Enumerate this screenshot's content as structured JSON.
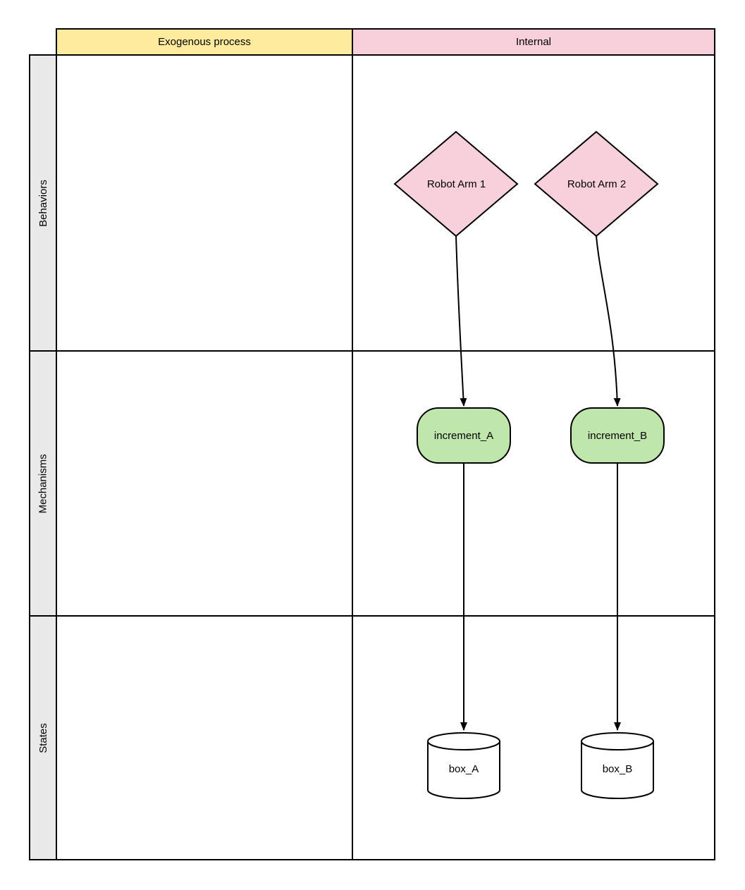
{
  "table": {
    "column_headers": [
      {
        "label": "Exogenous process"
      },
      {
        "label": "Internal"
      }
    ],
    "row_headers": [
      {
        "label": "Behaviors"
      },
      {
        "label": "Mechanisms"
      },
      {
        "label": "States"
      }
    ]
  },
  "nodes": {
    "robot_arm_1": {
      "label": "Robot Arm 1",
      "shape": "diamond"
    },
    "robot_arm_2": {
      "label": "Robot Arm 2",
      "shape": "diamond"
    },
    "increment_a": {
      "label": "increment_A",
      "shape": "rounded-rectangle"
    },
    "increment_b": {
      "label": "increment_B",
      "shape": "rounded-rectangle"
    },
    "box_a": {
      "label": "box_A",
      "shape": "cylinder"
    },
    "box_b": {
      "label": "box_B",
      "shape": "cylinder"
    }
  },
  "edges": [
    {
      "from": "robot_arm_1",
      "to": "increment_a",
      "arrow": "filled-triangle"
    },
    {
      "from": "robot_arm_2",
      "to": "increment_b",
      "arrow": "filled-triangle"
    },
    {
      "from": "increment_a",
      "to": "box_a",
      "arrow": "filled-triangle"
    },
    {
      "from": "increment_b",
      "to": "box_b",
      "arrow": "filled-triangle"
    }
  ],
  "colors": {
    "exogenous_header_fill": "#ffeb9e",
    "internal_header_fill": "#f8d0dc",
    "diamond_fill": "#f8d0dc",
    "rounded_rect_fill": "#bfe6ab",
    "cylinder_fill": "#ffffff",
    "lane_header_fill": "#e9e9e9",
    "line_color": "#000000",
    "background": "#ffffff"
  }
}
